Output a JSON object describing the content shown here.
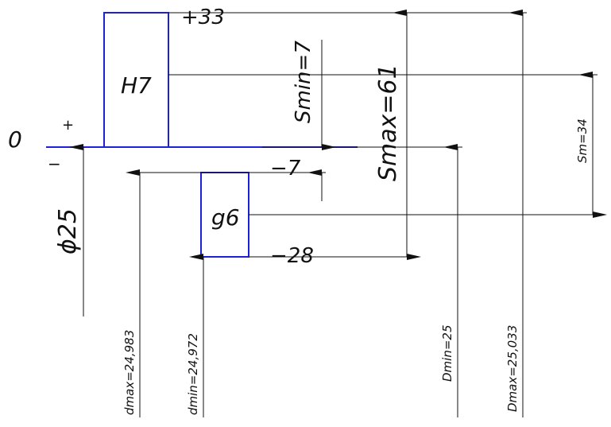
{
  "labels": {
    "zero_line": "0",
    "plus_sign": "+",
    "minus_sign": "−",
    "hole_field": "H7",
    "shaft_field": "g6",
    "hole_upper_deviation": "+33",
    "shaft_upper_deviation": "−7",
    "shaft_lower_deviation": "−28",
    "nominal_diameter": "ϕ25",
    "min_clearance": "Smin=7",
    "max_clearance": "Smax=61",
    "mean_clearance": "Sm=34",
    "shaft_dmax": "dmax=24,983",
    "shaft_dmin": "dmin=24,972",
    "hole_dmin": "Dmin=25",
    "hole_dmax": "Dmax=25,033"
  },
  "colors": {
    "tolerance_field": "#1f1fd6",
    "line": "#111111",
    "background": "#ffffff"
  }
}
